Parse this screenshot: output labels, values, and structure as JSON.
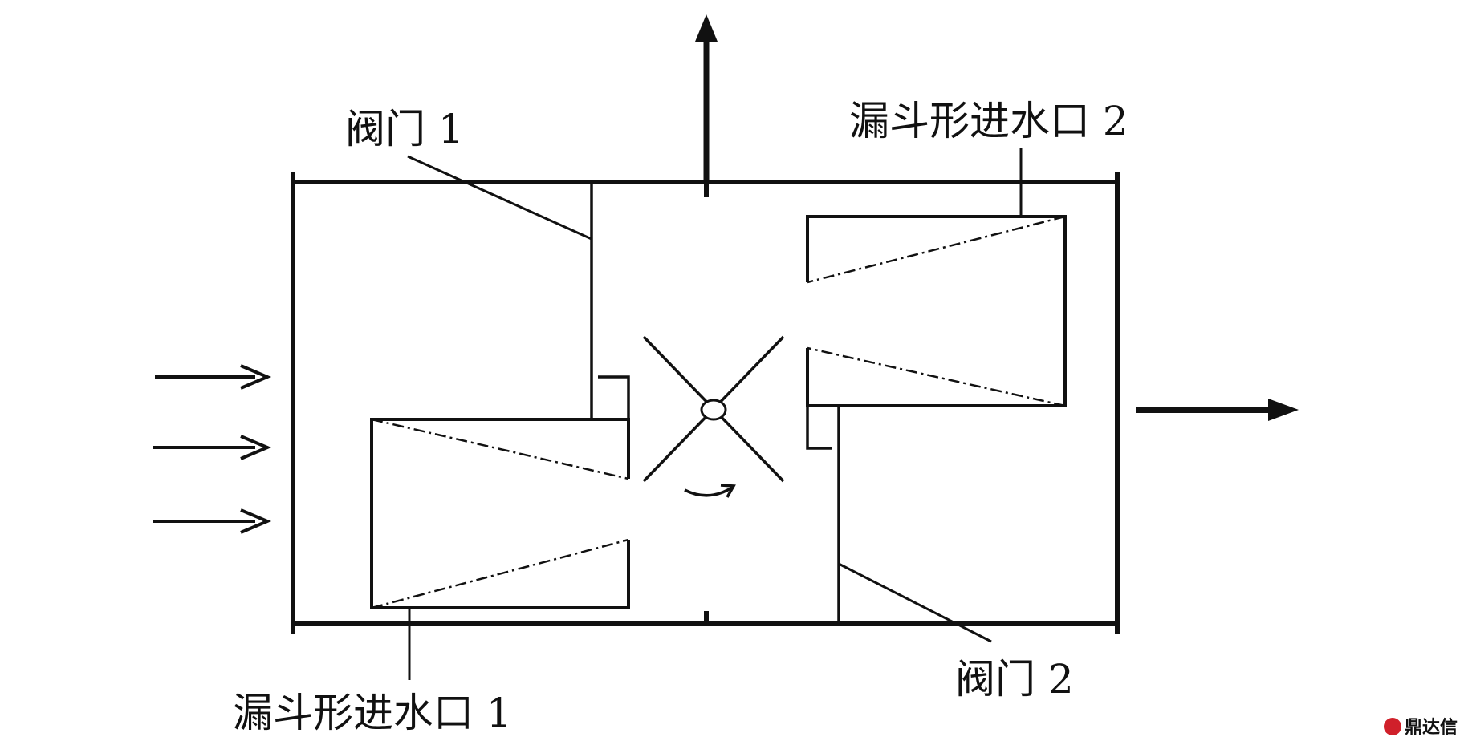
{
  "labels": {
    "valve1": "阀门 1",
    "valve2": "阀门 2",
    "funnel_inlet1": "漏斗形进水口 1",
    "funnel_inlet2": "漏斗形进水口 2"
  },
  "watermark": {
    "text": "鼎达信"
  },
  "colors": {
    "line": "#111111",
    "watermark": "#d0202a"
  }
}
